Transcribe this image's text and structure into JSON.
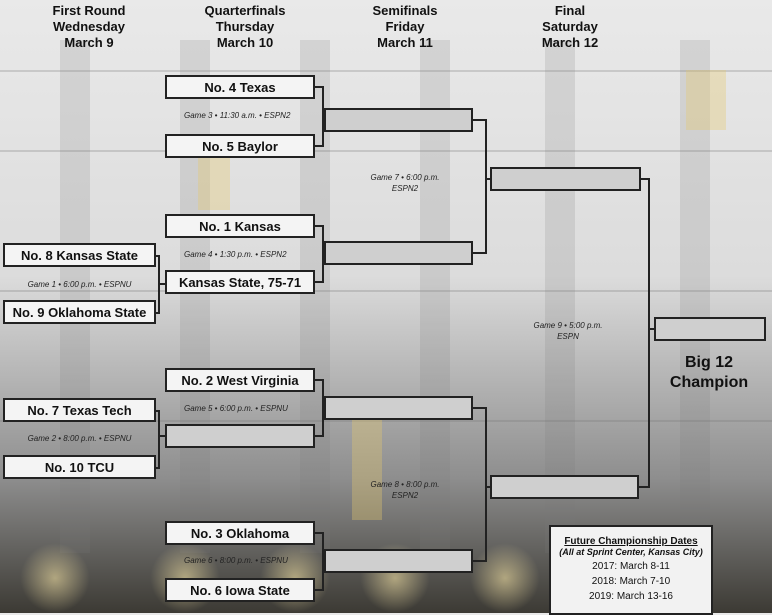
{
  "rounds": [
    {
      "lines": [
        "First Round",
        "Wednesday",
        "March 9"
      ]
    },
    {
      "lines": [
        "Quarterfinals",
        "Thursday",
        "March 10"
      ]
    },
    {
      "lines": [
        "Semifinals",
        "Friday",
        "March 11"
      ]
    },
    {
      "lines": [
        "Final",
        "Saturday",
        "March 12"
      ]
    }
  ],
  "teams": {
    "texas": "No. 4 Texas",
    "baylor": "No. 5 Baylor",
    "kansas": "No. 1 Kansas",
    "kansas_state_result": "Kansas State, 75-71",
    "kansas_state": "No. 8 Kansas State",
    "oklahoma_state": "No. 9 Oklahoma State",
    "west_virginia": "No. 2 West Virginia",
    "texas_tech": "No. 7 Texas Tech",
    "tcu": "No. 10 TCU",
    "oklahoma": "No. 3 Oklahoma",
    "iowa_state": "No. 6 Iowa State"
  },
  "games": {
    "g1": "Game 1  •  6:00 p.m.  •  ESPNU",
    "g2": "Game 2  •  8:00 p.m.  •  ESPNU",
    "g3": "Game 3  •  11:30 a.m.  •  ESPN2",
    "g4": "Game 4  •  1:30 p.m.  •  ESPN2",
    "g5": "Game 5  •  6:00 p.m.  •  ESPNU",
    "g6": "Game 6  •  8:00 p.m.  •  ESPNU",
    "g7a": "Game 7  •  6:00 p.m.",
    "g7b": "ESPN2",
    "g8a": "Game 8  •  8:00 p.m.",
    "g8b": "ESPN2",
    "g9a": "Game 9  •  5:00 p.m.",
    "g9b": "ESPN"
  },
  "champion": {
    "line1": "Big 12",
    "line2": "Champion"
  },
  "future": {
    "title": "Future Championship Dates",
    "subtitle": "(All at Sprint Center, Kansas City)",
    "dates": [
      "2017: March 8-11",
      "2018: March 7-10",
      "2019: March 13-16"
    ]
  }
}
